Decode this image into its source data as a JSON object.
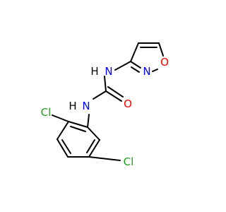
{
  "colors": {
    "bond": "#000000",
    "nitrogen": "#0000ff",
    "oxygen": "#ff0000",
    "chlorine": "#1f9b1f",
    "hydrogen": "#000000"
  },
  "atoms": {
    "nh_upper": {
      "element": "N",
      "hydrogen": "H"
    },
    "nh_lower": {
      "element": "N",
      "hydrogen": "H"
    },
    "carbonyl_o": {
      "element": "O"
    },
    "ring_n": {
      "element": "N"
    },
    "ring_o": {
      "element": "O"
    },
    "cl_top": {
      "element": "Cl"
    },
    "cl_bottom": {
      "element": "Cl"
    }
  }
}
